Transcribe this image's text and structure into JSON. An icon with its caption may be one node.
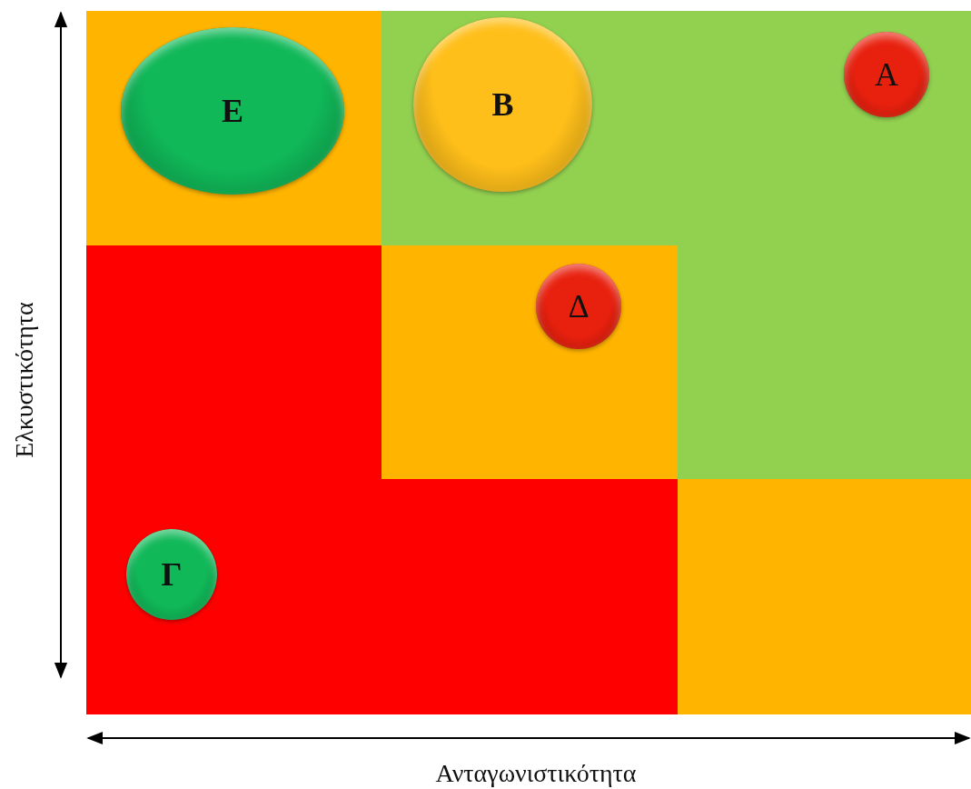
{
  "diagram": {
    "nodes": [
      {
        "text": [
          "Ε"
        ]
      },
      {
        "text": [
          "Β"
        ]
      },
      {
        "text": [
          "Α"
        ]
      },
      {
        "text": [
          "Δ"
        ]
      },
      {
        "text": [
          "Γ"
        ]
      }
    ],
    "labels": [
      "Ελκυστικότητα",
      "Ανταγωνιστικότητα"
    ]
  }
}
